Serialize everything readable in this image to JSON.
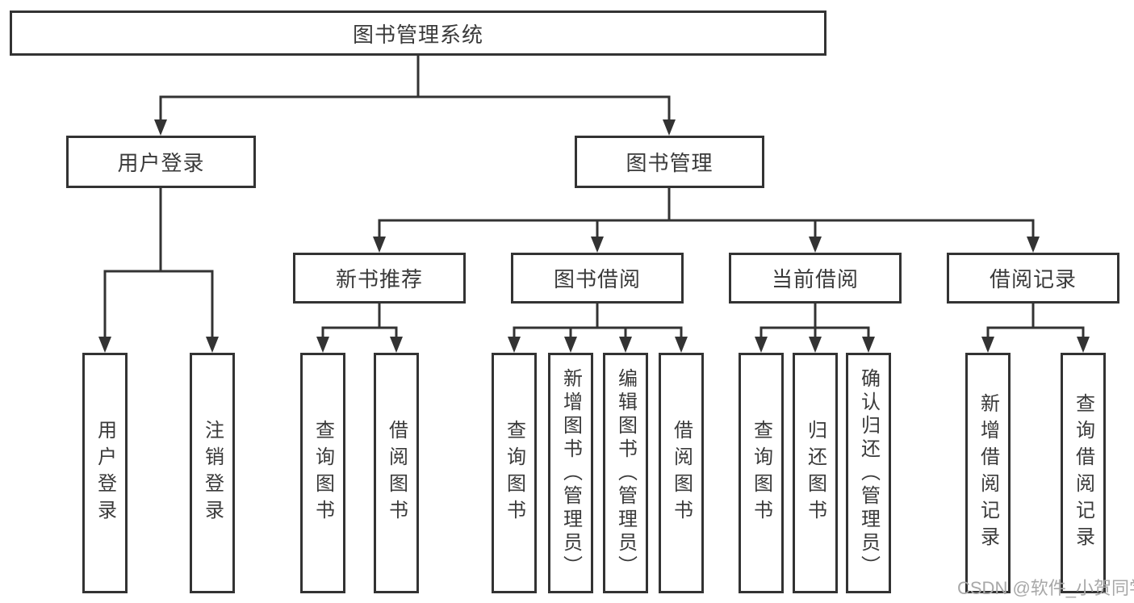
{
  "watermark": "CSDN @软件_小贺同学",
  "colors": {
    "line": "#333333",
    "text": "#3a3a3a",
    "wm": "#a8a8a8",
    "bg": "#ffffff"
  },
  "tree": {
    "root": {
      "label": "图书管理系统",
      "children": [
        {
          "label": "用户登录",
          "children": [
            {
              "label": "用户登录"
            },
            {
              "label": "注销登录"
            }
          ]
        },
        {
          "label": "图书管理",
          "children": [
            {
              "label": "新书推荐",
              "children": [
                {
                  "label": "查询图书"
                },
                {
                  "label": "借阅图书"
                }
              ]
            },
            {
              "label": "图书借阅",
              "children": [
                {
                  "label": "查询图书"
                },
                {
                  "label": "新增图书（管理员）"
                },
                {
                  "label": "编辑图书（管理员）"
                },
                {
                  "label": "借阅图书"
                }
              ]
            },
            {
              "label": "当前借阅",
              "children": [
                {
                  "label": "查询图书"
                },
                {
                  "label": "归还图书"
                },
                {
                  "label": "确认归还（管理员）"
                }
              ]
            },
            {
              "label": "借阅记录",
              "children": [
                {
                  "label": "新增借阅记录"
                },
                {
                  "label": "查询借阅记录"
                }
              ]
            }
          ]
        }
      ]
    }
  }
}
